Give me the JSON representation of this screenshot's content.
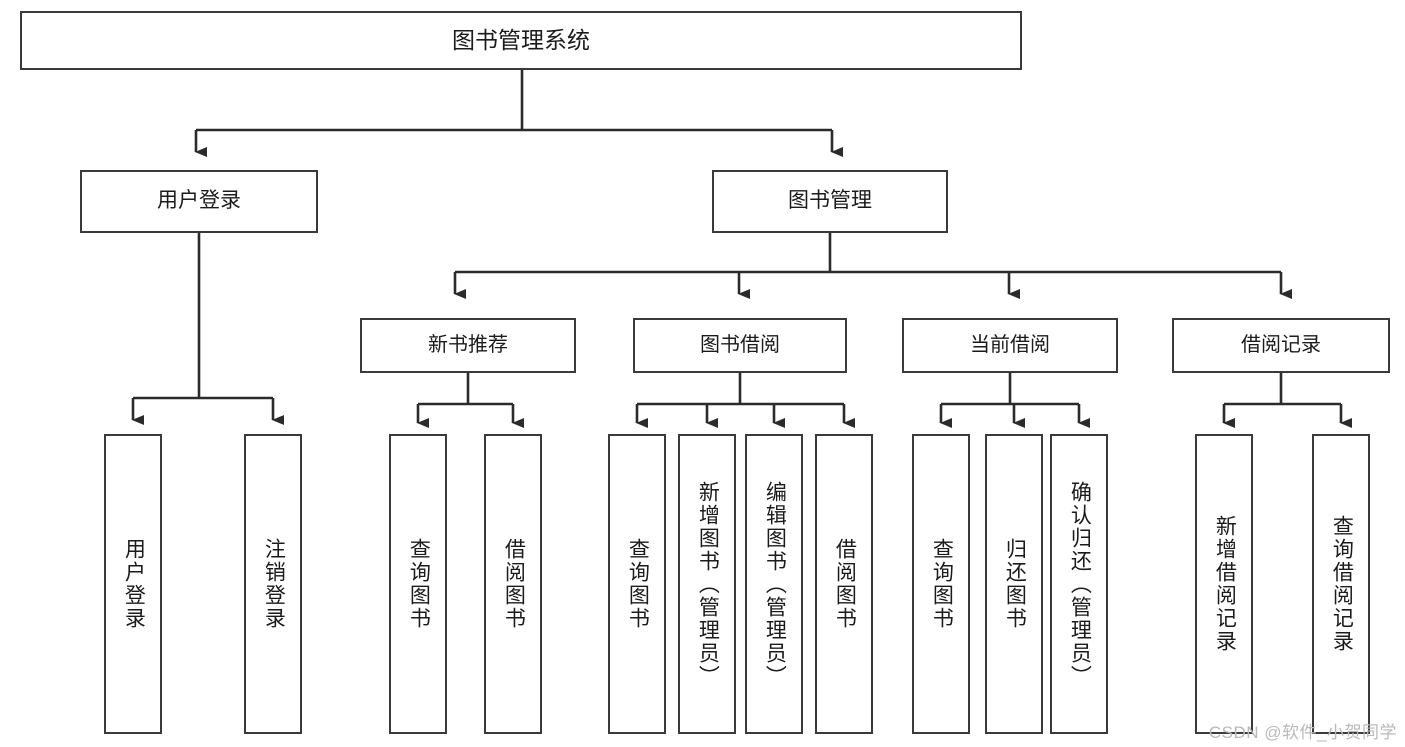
{
  "diagram": {
    "title": "图书管理系统",
    "type": "tree",
    "colors": {
      "box_border": "#3a3a3a",
      "box_fill": "#ffffff",
      "connector": "#2b2b2b",
      "text": "#1b1b1b",
      "watermark": "#b9b9b9",
      "background": "#ffffff"
    },
    "root": {
      "label": "图书管理系统"
    },
    "level1": [
      {
        "label": "用户登录"
      },
      {
        "label": "图书管理"
      }
    ],
    "level2": [
      {
        "label": "新书推荐"
      },
      {
        "label": "图书借阅"
      },
      {
        "label": "当前借阅"
      },
      {
        "label": "借阅记录"
      }
    ],
    "leaves": {
      "user_login": [
        {
          "label": "用户登录"
        },
        {
          "label": "注销登录"
        }
      ],
      "new_book_recommend": [
        {
          "label": "查询图书"
        },
        {
          "label": "借阅图书"
        }
      ],
      "book_borrow": [
        {
          "label": "查询图书"
        },
        {
          "label": "新增图书（管理员）"
        },
        {
          "label": "编辑图书（管理员）"
        },
        {
          "label": "借阅图书"
        }
      ],
      "current_borrow": [
        {
          "label": "查询图书"
        },
        {
          "label": "归还图书"
        },
        {
          "label": "确认归还（管理员）"
        }
      ],
      "borrow_record": [
        {
          "label": "新增借阅记录"
        },
        {
          "label": "查询借阅记录"
        }
      ]
    }
  },
  "watermark": {
    "text": "CSDN @软件_小贺同学"
  }
}
